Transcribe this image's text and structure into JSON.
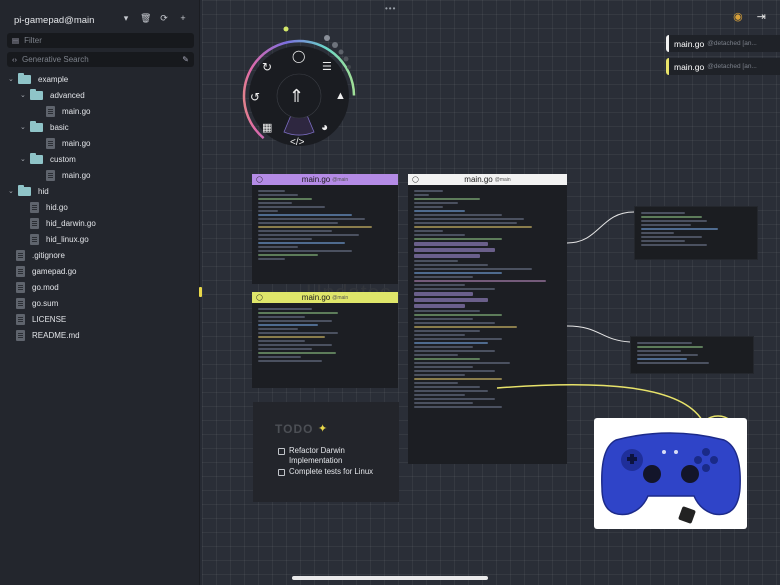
{
  "sidebar": {
    "repo": "pi-gamepad@main",
    "filter_placeholder": "Filter",
    "search_placeholder": "Generative Search",
    "tree": [
      {
        "label": "example",
        "type": "folder"
      },
      {
        "label": "advanced",
        "type": "folder"
      },
      {
        "label": "main.go",
        "type": "file"
      },
      {
        "label": "basic",
        "type": "folder"
      },
      {
        "label": "main.go",
        "type": "file"
      },
      {
        "label": "custom",
        "type": "folder"
      },
      {
        "label": "main.go",
        "type": "file"
      },
      {
        "label": "hid",
        "type": "folder"
      },
      {
        "label": "hid.go",
        "type": "file"
      },
      {
        "label": "hid_darwin.go",
        "type": "file"
      },
      {
        "label": "hid_linux.go",
        "type": "file"
      },
      {
        "label": ".gitignore",
        "type": "file"
      },
      {
        "label": "gamepad.go",
        "type": "file"
      },
      {
        "label": "go.mod",
        "type": "file"
      },
      {
        "label": "go.sum",
        "type": "file"
      },
      {
        "label": "LICENSE",
        "type": "file"
      },
      {
        "label": "README.md",
        "type": "file"
      }
    ]
  },
  "top_dots": "•••",
  "tags": [
    {
      "name": "main.go",
      "sub": "@detached [an..."
    },
    {
      "name": "main.go",
      "sub": "@detached [an..."
    }
  ],
  "panels": {
    "purple": {
      "title": "main.go",
      "sub": "@main",
      "color": "#b48be6"
    },
    "white": {
      "title": "main.go",
      "sub": "@main",
      "color": "#f2f2f2"
    },
    "yellow": {
      "title": "main.go",
      "sub": "@main",
      "color": "#dfe66a"
    }
  },
  "updates_title": "Updates",
  "todo": {
    "title": "TODO",
    "items": [
      "Refactor Darwin Implementation",
      "Complete tests for Linux"
    ]
  },
  "colors": {
    "accent_yellow": "#e8d84a",
    "folder": "#8fc4c8",
    "canvas": "#2a2e37"
  }
}
